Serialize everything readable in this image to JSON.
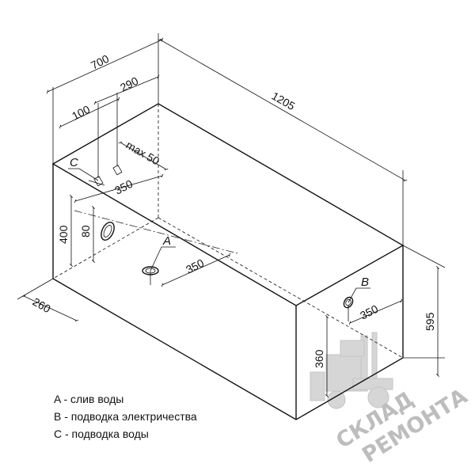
{
  "dimensions": {
    "d700": "700",
    "d1205": "1205",
    "d290": "290",
    "d100": "100",
    "dmax50": "max 50",
    "d350_top": "350",
    "d400": "400",
    "d80": "80",
    "d350_bottom": "350",
    "d260": "260",
    "d350_right": "350",
    "d360": "360",
    "d595": "595"
  },
  "markers": {
    "a": "A",
    "b": "B",
    "c": "C"
  },
  "legend": {
    "a": "A - слив воды",
    "b": "B - подводка электричества",
    "c": "C - подводка воды"
  },
  "watermark": {
    "line1": "СКЛАД",
    "line2": "РЕМОНТА",
    "logo": "forklift-logo"
  },
  "colors": {
    "line": "#111111",
    "watermark": "#bdbdbd"
  }
}
